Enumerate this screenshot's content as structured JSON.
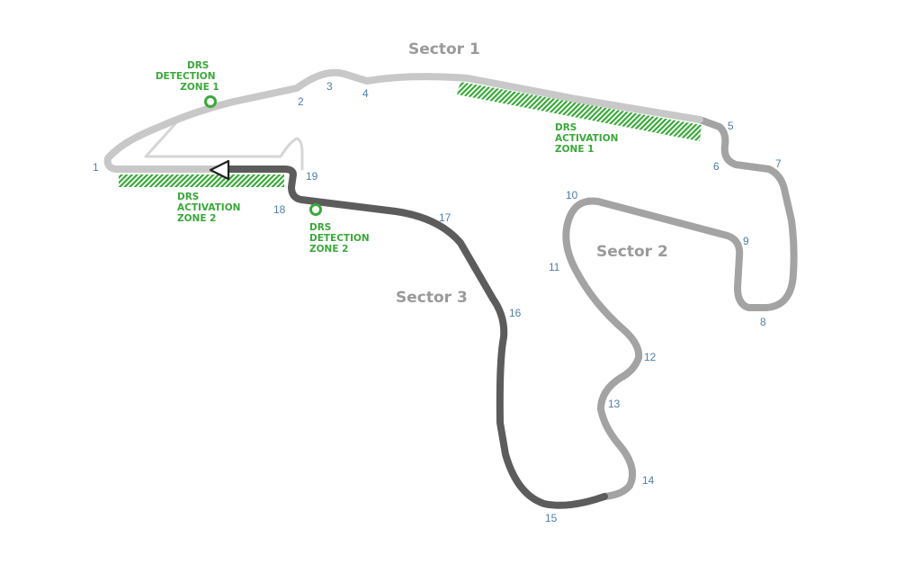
{
  "colors": {
    "sector_1": "#c8c8c8",
    "sector_2": "#a3a3a3",
    "sector_3": "#5c5c5c",
    "pit_lane": "#d6d6d6",
    "drs": "#3aa83a",
    "turn_numbers": "#4f7fa8",
    "sector_text": "#9a9a9a"
  },
  "sectors": [
    {
      "label": "Sector 1"
    },
    {
      "label": "Sector 2"
    },
    {
      "label": "Sector 3"
    }
  ],
  "turns": [
    "1",
    "2",
    "3",
    "4",
    "5",
    "6",
    "7",
    "8",
    "9",
    "10",
    "11",
    "12",
    "13",
    "14",
    "15",
    "16",
    "17",
    "18",
    "19"
  ],
  "drs": {
    "detection_1": [
      "DRS",
      "DETECTION",
      "ZONE 1"
    ],
    "detection_2": [
      "DRS",
      "DETECTION",
      "ZONE 2"
    ],
    "activation_1": [
      "DRS",
      "ACTIVATION",
      "ZONE 1"
    ],
    "activation_2": [
      "DRS",
      "ACTIVATION",
      "ZONE 2"
    ]
  },
  "start_finish_icon": "start-direction-arrow"
}
